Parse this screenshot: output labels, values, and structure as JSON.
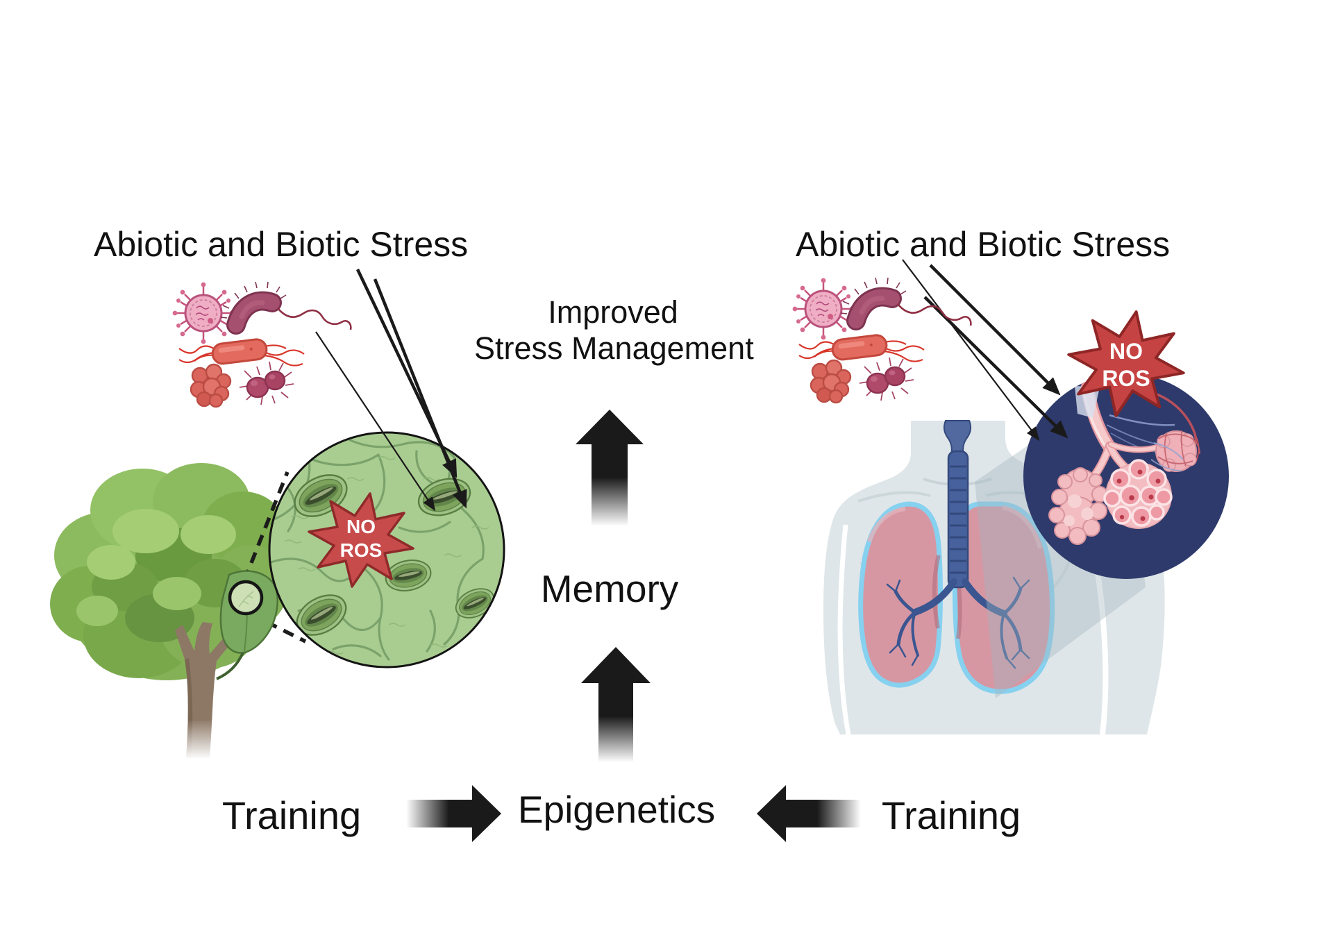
{
  "figure": {
    "left": {
      "stress_label": "Abiotic and Biotic Stress",
      "training_label": "Training",
      "star_line1": "NO",
      "star_line2": "ROS"
    },
    "right": {
      "stress_label": "Abiotic and Biotic Stress",
      "training_label": "Training",
      "star_line1": "NO",
      "star_line2": "ROS"
    },
    "center": {
      "improved_line1": "Improved",
      "improved_line2": "Stress Management",
      "memory_label": "Memory",
      "epigenetics_label": "Epigenetics"
    },
    "colors": {
      "background": "#ffffff",
      "text": "#111111",
      "arrow_black": "#1a1a1a",
      "star_fill": "#c84b4b",
      "star_border": "#8e2a2a",
      "star_text": "#ffffff",
      "leaf_cell_green": "#a9cd91",
      "stoma_green": "#7ca45c",
      "navy_circle": "#2e3a6b",
      "alveoli_pink": "#f2bcc0",
      "lung_pink": "#d697a3",
      "lung_outline_blue": "#86d1ef",
      "bronchi_blue": "#3a5590",
      "torso_gray": "#dfe6e9",
      "tree_green": "#84b156",
      "trunk_brown": "#8d7866",
      "pathogen_red": "#e36a5e",
      "pathogen_maroon": "#a5506e",
      "virus_pink": "#f0aec4"
    },
    "icons": {
      "virus": "virus-icon",
      "curved_bacterium": "vibrio-bacterium-icon",
      "rod_bacterium": "bacillus-icon",
      "cell_cluster": "cell-cluster-icon",
      "cocci": "diplococci-icon",
      "tree": "tree-icon",
      "magnifier": "leaf-magnifier-icon",
      "leaf_cells": "leaf-epidermis-circle-icon",
      "stoma": "stoma-icon",
      "torso": "human-torso-icon",
      "lungs": "lungs-icon",
      "alveoli": "alveoli-circle-icon",
      "up_arrow": "up-arrow-icon",
      "right_arrow": "right-arrow-icon",
      "left_arrow": "left-arrow-icon",
      "star": "no-ros-burst-icon"
    }
  }
}
